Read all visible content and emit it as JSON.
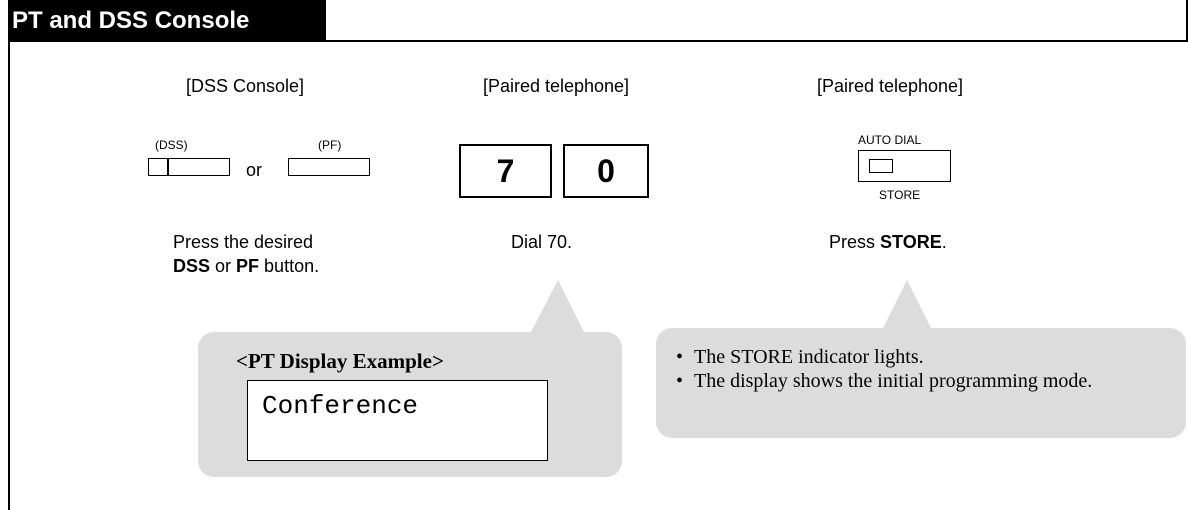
{
  "title": "PT and DSS Console",
  "columns": {
    "dss_console": {
      "heading": "[DSS Console]",
      "dss_button_label": "(DSS)",
      "or_text": "or",
      "pf_button_label": "(PF)",
      "caption_line1": "Press the desired",
      "caption_dss": "DSS",
      "caption_or": " or ",
      "caption_pf": "PF",
      "caption_end": " button."
    },
    "paired_dial": {
      "heading": "[Paired telephone]",
      "digits": [
        "7",
        "0"
      ],
      "caption": "Dial 70."
    },
    "paired_store": {
      "heading": "[Paired telephone]",
      "button_top_label": "AUTO DIAL",
      "button_bottom_label": "STORE",
      "caption_prefix": "Press ",
      "caption_key": "STORE",
      "caption_suffix": "."
    }
  },
  "display_example": {
    "heading": "<PT Display Example>",
    "lcd_text": "Conference"
  },
  "notes": [
    "The STORE indicator lights.",
    "The display shows the initial programming mode."
  ]
}
